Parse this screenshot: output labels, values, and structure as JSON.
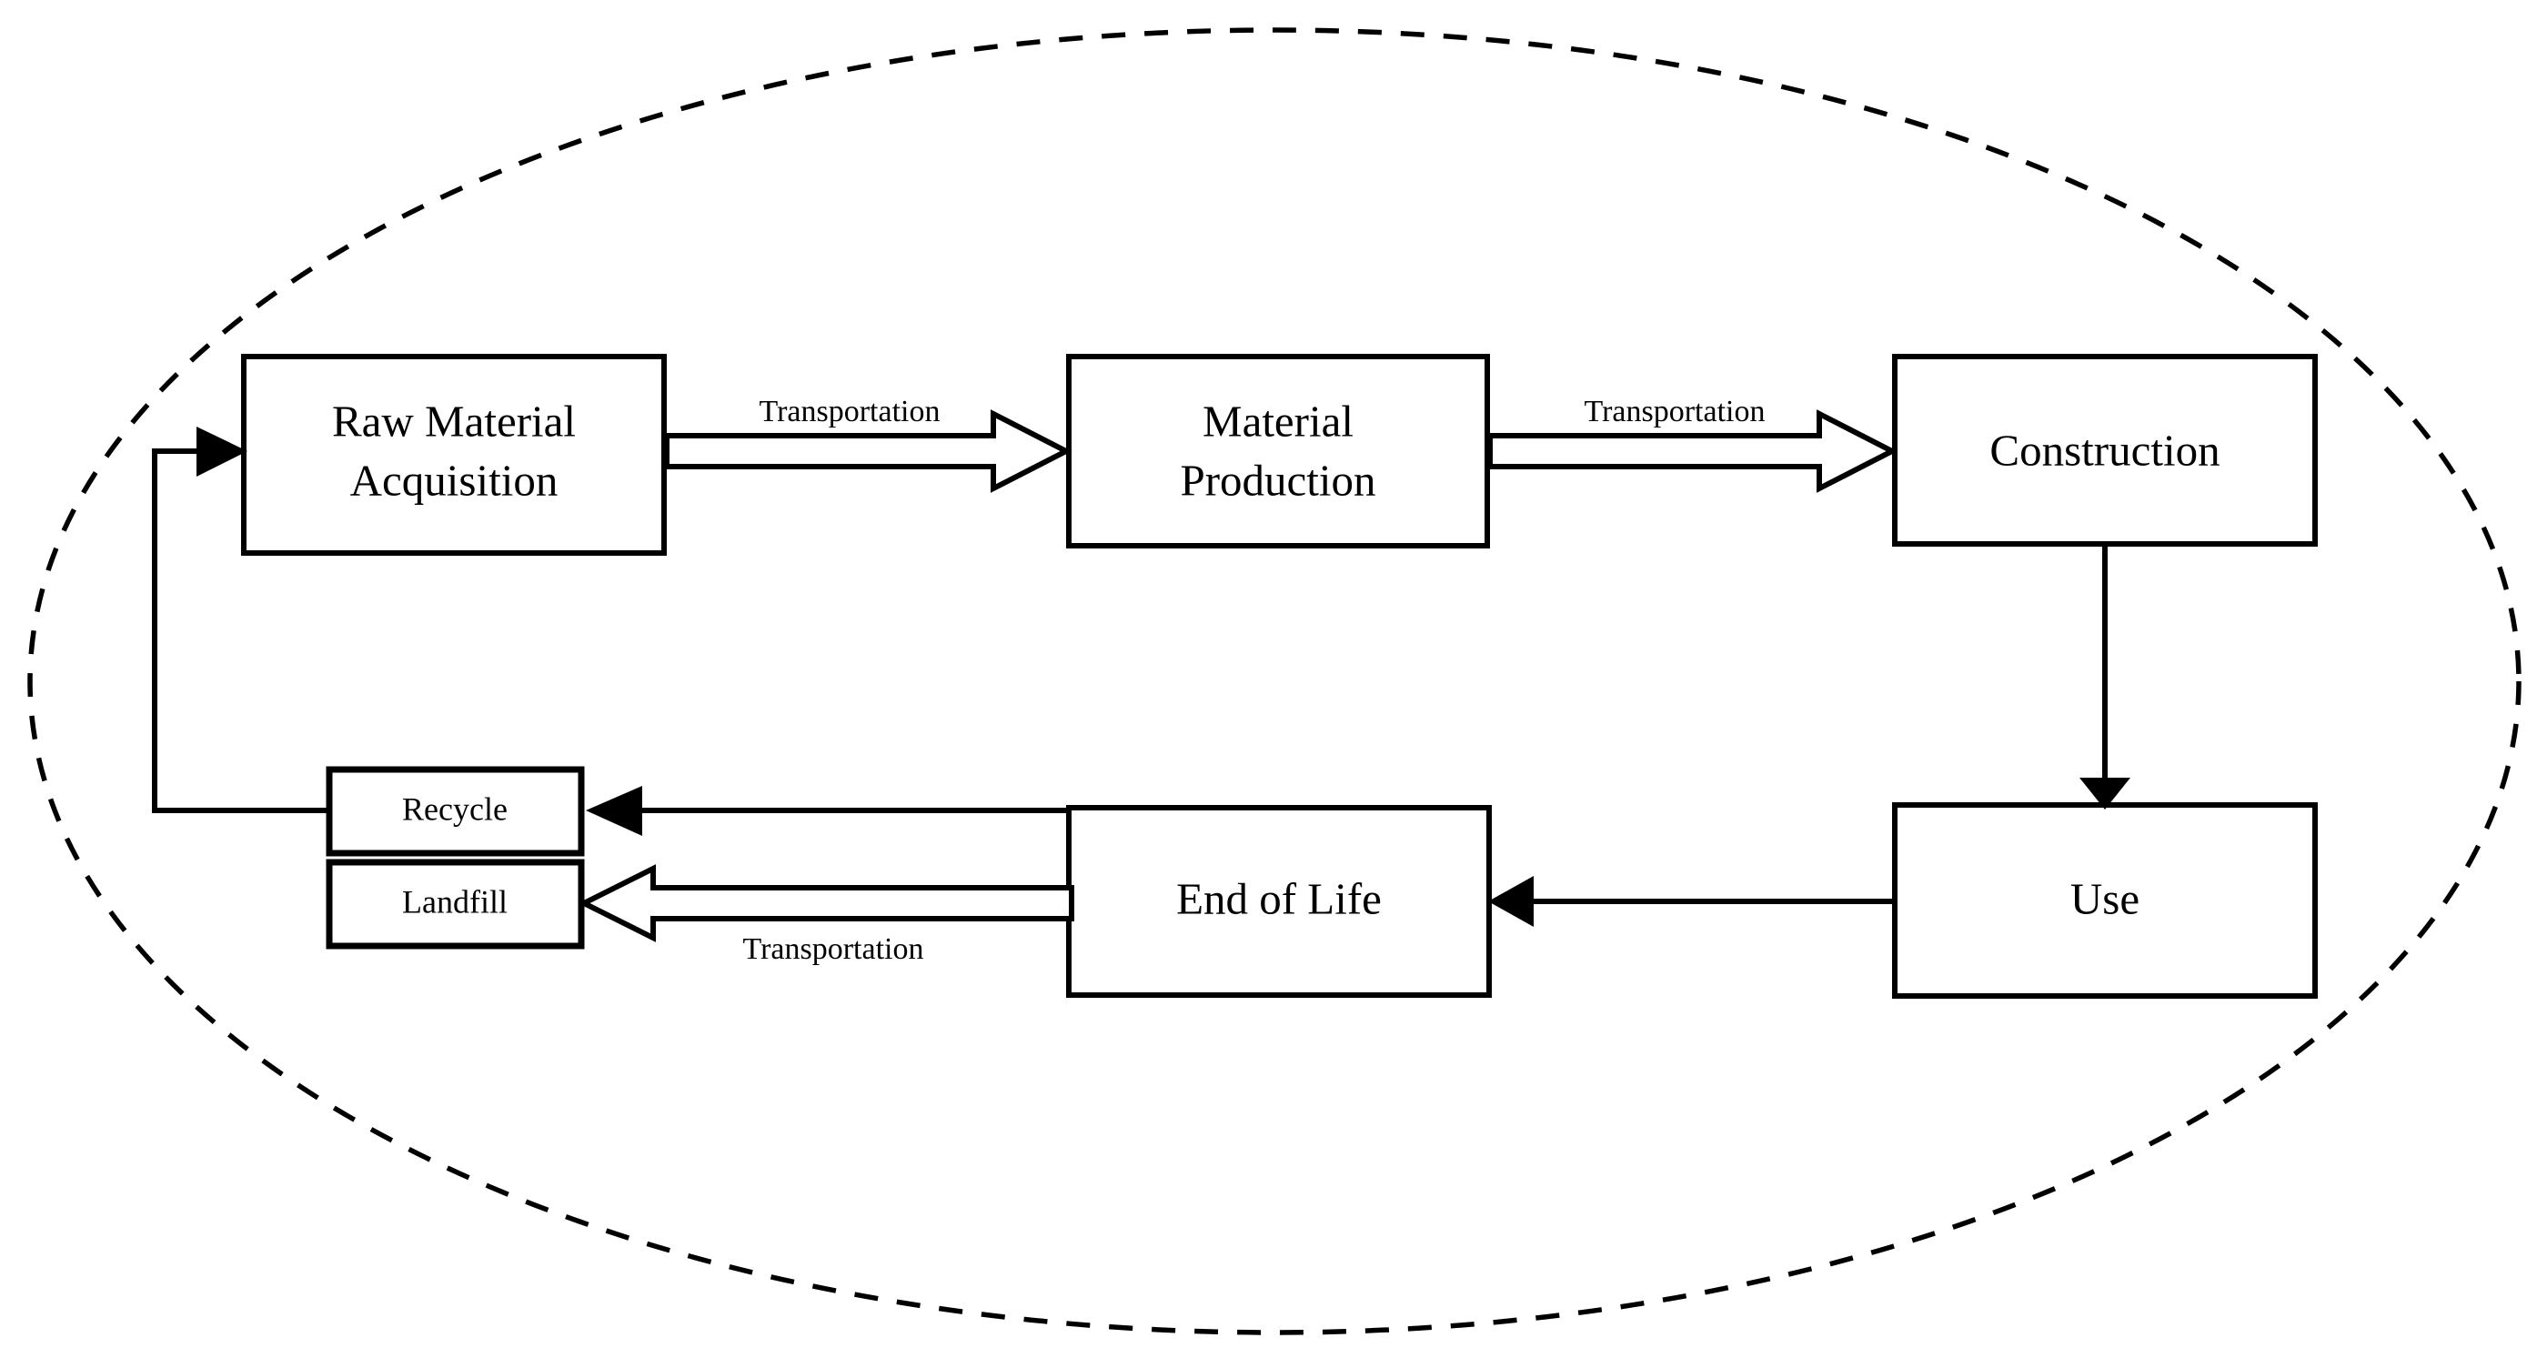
{
  "diagram": {
    "type": "life-cycle-flow-diagram",
    "boundary": {
      "shape": "ellipse",
      "style": "dashed",
      "label": ""
    },
    "nodes": [
      {
        "id": "raw-material-acquisition",
        "label_line1": "Raw Material",
        "label_line2": "Acquisition",
        "size": "large"
      },
      {
        "id": "material-production",
        "label_line1": "Material",
        "label_line2": "Production",
        "size": "large"
      },
      {
        "id": "construction",
        "label_line1": "Construction",
        "label_line2": "",
        "size": "large"
      },
      {
        "id": "use",
        "label_line1": "Use",
        "label_line2": "",
        "size": "large"
      },
      {
        "id": "end-of-life",
        "label_line1": "End of Life",
        "label_line2": "",
        "size": "large"
      },
      {
        "id": "recycle",
        "label_line1": "Recycle",
        "label_line2": "",
        "size": "small"
      },
      {
        "id": "landfill",
        "label_line1": "Landfill",
        "label_line2": "",
        "size": "small"
      }
    ],
    "edges": [
      {
        "id": "raw-to-production",
        "from": "raw-material-acquisition",
        "to": "material-production",
        "label": "Transportation",
        "style": "block-arrow"
      },
      {
        "id": "production-to-construction",
        "from": "material-production",
        "to": "construction",
        "label": "Transportation",
        "style": "block-arrow"
      },
      {
        "id": "construction-to-use",
        "from": "construction",
        "to": "use",
        "label": "",
        "style": "solid-arrow"
      },
      {
        "id": "use-to-end-of-life",
        "from": "use",
        "to": "end-of-life",
        "label": "",
        "style": "solid-arrow"
      },
      {
        "id": "end-of-life-to-recycle",
        "from": "end-of-life",
        "to": "recycle",
        "label": "",
        "style": "solid-arrow"
      },
      {
        "id": "end-of-life-to-landfill",
        "from": "end-of-life",
        "to": "landfill",
        "label": "Transportation",
        "style": "block-arrow"
      },
      {
        "id": "recycle-to-raw-material",
        "from": "recycle",
        "to": "raw-material-acquisition",
        "label": "",
        "style": "solid-arrow"
      }
    ],
    "colors": {
      "stroke": "#000000",
      "fill": "#ffffff",
      "background": "#ffffff"
    }
  }
}
